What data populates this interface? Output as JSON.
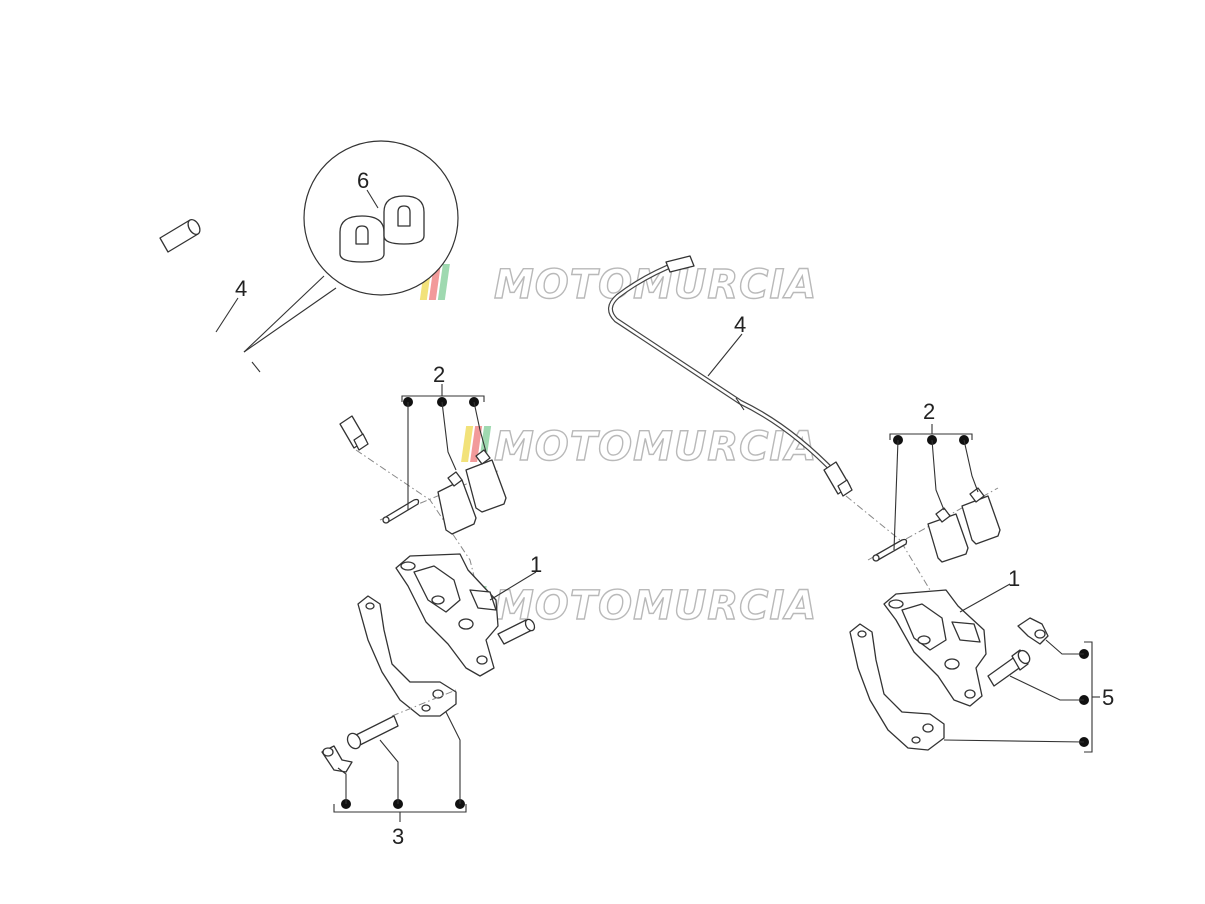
{
  "callouts": {
    "left_caliper": "1",
    "left_pads": "2",
    "left_fittings": "3",
    "left_hose": "4",
    "hose_clip": "6",
    "right_caliper": "1",
    "right_pads": "2",
    "right_hose": "4",
    "right_fittings": "5"
  },
  "watermark": {
    "text": "MOTOMURCIA"
  },
  "colors": {
    "line": "#333333",
    "watermark": "#b9b9b9",
    "flag_yellow": "#f2e27a",
    "flag_red": "#f29a9a",
    "flag_green": "#9fd9b0"
  }
}
